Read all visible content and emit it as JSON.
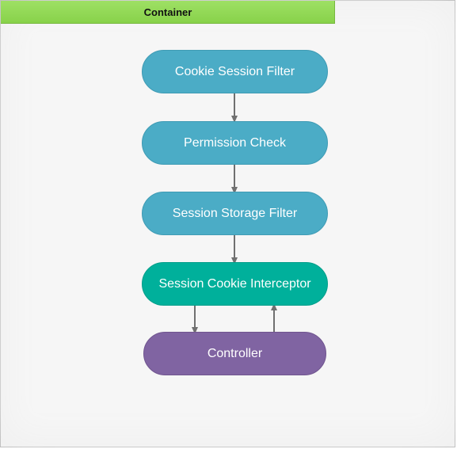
{
  "container": {
    "title": "Container",
    "header_color": "#92d855"
  },
  "nodes": [
    {
      "id": "cookie-session-filter",
      "label": "Cookie Session Filter",
      "color": "#4bacc6"
    },
    {
      "id": "permission-check",
      "label": "Permission Check",
      "color": "#4bacc6"
    },
    {
      "id": "session-storage-filter",
      "label": "Session Storage Filter",
      "color": "#4bacc6"
    },
    {
      "id": "session-cookie-interceptor",
      "label": "Session Cookie Interceptor",
      "color": "#00b09b"
    },
    {
      "id": "controller",
      "label": "Controller",
      "color": "#8064a2"
    }
  ],
  "edges": [
    {
      "from": "cookie-session-filter",
      "to": "permission-check"
    },
    {
      "from": "permission-check",
      "to": "session-storage-filter"
    },
    {
      "from": "session-storage-filter",
      "to": "session-cookie-interceptor"
    },
    {
      "from": "session-cookie-interceptor",
      "to": "controller"
    },
    {
      "from": "controller",
      "to": "session-cookie-interceptor"
    }
  ],
  "arrow_color": "#707070"
}
